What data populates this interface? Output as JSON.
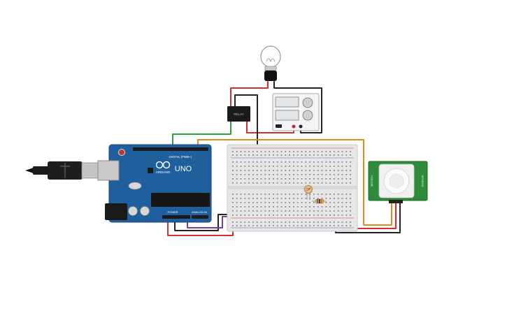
{
  "arduino": {
    "brand": "ARDUINO",
    "model": "UNO",
    "digital_label": "DIGITAL (PWM~)",
    "power_label": "POWER",
    "analog_label": "ANALOG IN"
  },
  "relay": {
    "label": "RELAY"
  },
  "pir": {
    "left_text": "MOTION",
    "right_text": "SENSOR"
  },
  "colors": {
    "arduino_board": "#1f5f9e",
    "breadboard": "#e6e6e6",
    "pir_board": "#2e8b3a",
    "wire_red": "#d32f2f",
    "wire_black": "#222222",
    "wire_green": "#2e9e44",
    "wire_orange": "#e08a1e",
    "wire_purple": "#7b3fa0"
  }
}
